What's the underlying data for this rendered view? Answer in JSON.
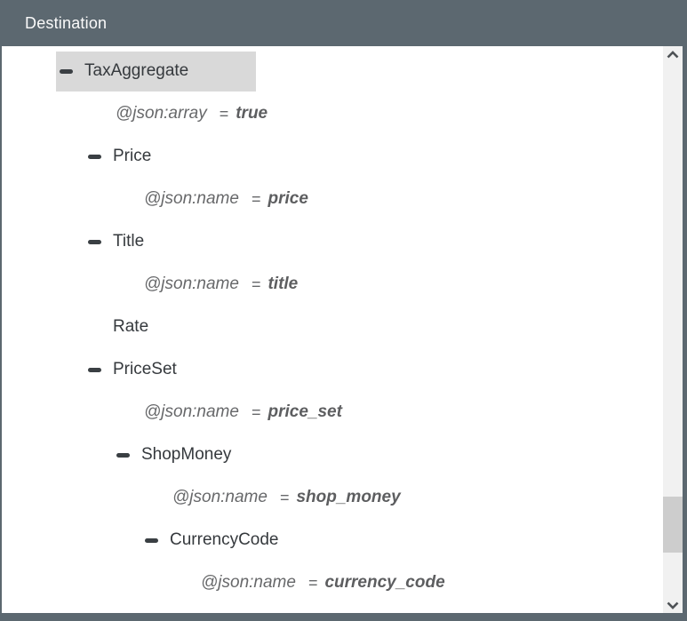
{
  "header": {
    "title": "Destination"
  },
  "colors": {
    "header_bg": "#5c6870",
    "selection_bg": "#d9d9d9",
    "node_text": "#35393d",
    "attribute_text": "#67686a",
    "value_text": "#5d5e60",
    "scrollbar_track": "#f1f1f1",
    "scrollbar_thumb": "#cdcdcd"
  },
  "tree": {
    "rows": [
      {
        "type": "element",
        "level": 0,
        "label": "TaxAggregate",
        "expander": true,
        "selected": true
      },
      {
        "type": "attribute",
        "level": 0,
        "name": "@json:array",
        "equals": "=",
        "value": "true"
      },
      {
        "type": "element",
        "level": 1,
        "label": "Price",
        "expander": true,
        "selected": false
      },
      {
        "type": "attribute",
        "level": 1,
        "name": "@json:name",
        "equals": "=",
        "value": "price"
      },
      {
        "type": "element",
        "level": 1,
        "label": "Title",
        "expander": true,
        "selected": false
      },
      {
        "type": "attribute",
        "level": 1,
        "name": "@json:name",
        "equals": "=",
        "value": "title"
      },
      {
        "type": "element",
        "level": 1,
        "label": "Rate",
        "expander": false,
        "selected": false
      },
      {
        "type": "element",
        "level": 1,
        "label": "PriceSet",
        "expander": true,
        "selected": false
      },
      {
        "type": "attribute",
        "level": 1,
        "name": "@json:name",
        "equals": "=",
        "value": "price_set"
      },
      {
        "type": "element",
        "level": 2,
        "label": "ShopMoney",
        "expander": true,
        "selected": false
      },
      {
        "type": "attribute",
        "level": 2,
        "name": "@json:name",
        "equals": "=",
        "value": "shop_money"
      },
      {
        "type": "element",
        "level": 3,
        "label": "CurrencyCode",
        "expander": true,
        "selected": false
      },
      {
        "type": "attribute",
        "level": 3,
        "name": "@json:name",
        "equals": "=",
        "value": "currency_code"
      }
    ]
  },
  "scrollbar": {
    "up_icon": "chevron-up",
    "down_icon": "chevron-down"
  }
}
